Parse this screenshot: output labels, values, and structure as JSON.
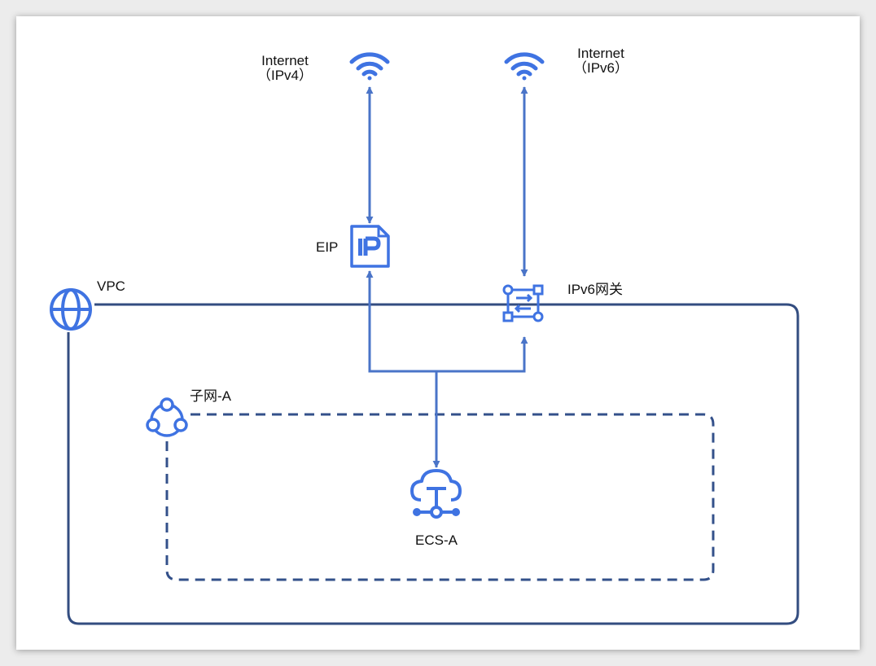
{
  "nodes": {
    "internet_ipv4": {
      "line1": "Internet",
      "line2": "（IPv4）",
      "icon": "wifi-icon"
    },
    "internet_ipv6": {
      "line1": "Internet",
      "line2": "（IPv6）",
      "icon": "wifi-icon"
    },
    "eip": {
      "label": "EIP",
      "icon": "ip-document-icon"
    },
    "ipv6_gateway": {
      "label": "IPv6网关",
      "icon": "gateway-icon"
    },
    "vpc": {
      "label": "VPC",
      "icon": "globe-icon"
    },
    "subnet": {
      "label": "子网-A",
      "icon": "subnet-icon"
    },
    "ecs": {
      "label": "ECS-A",
      "icon": "cloud-server-icon"
    }
  },
  "colors": {
    "icon_blue": "#3f73e2",
    "line_blue": "#4a74c8",
    "vpc_border": "#334d80",
    "subnet_border": "#33508a"
  }
}
